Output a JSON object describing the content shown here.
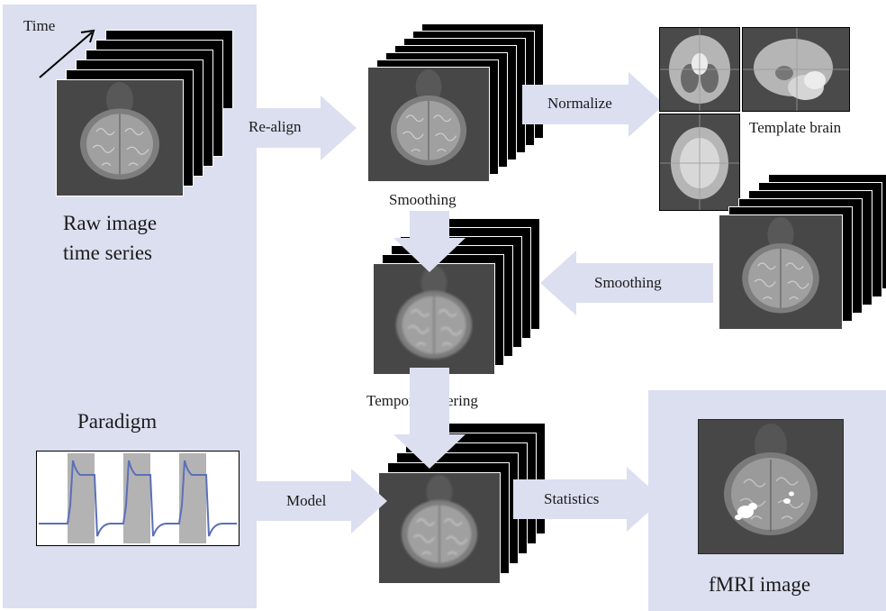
{
  "labels": {
    "time": "Time",
    "raw_image_line1": "Raw image",
    "raw_image_line2": "time series",
    "realign": "Re-align",
    "normalize": "Normalize",
    "template_brain": "Template brain",
    "smoothing_top": "Smoothing",
    "smoothing_right": "Smoothing",
    "temporal_filtering": "Temporal filtering",
    "paradigm": "Paradigm",
    "model": "Model",
    "statistics": "Statistics",
    "fmri_image": "fMRI image"
  },
  "colors": {
    "panel": "#dcdff0",
    "arrow": "#dcdff0",
    "brain_bg": "#474747",
    "paradigm_line": "#5b6fb8",
    "paradigm_block": "#b3b3b3",
    "activation": "#ffffff"
  },
  "paradigm": {
    "blocks": 3,
    "curve_color": "#5b6fb8"
  }
}
